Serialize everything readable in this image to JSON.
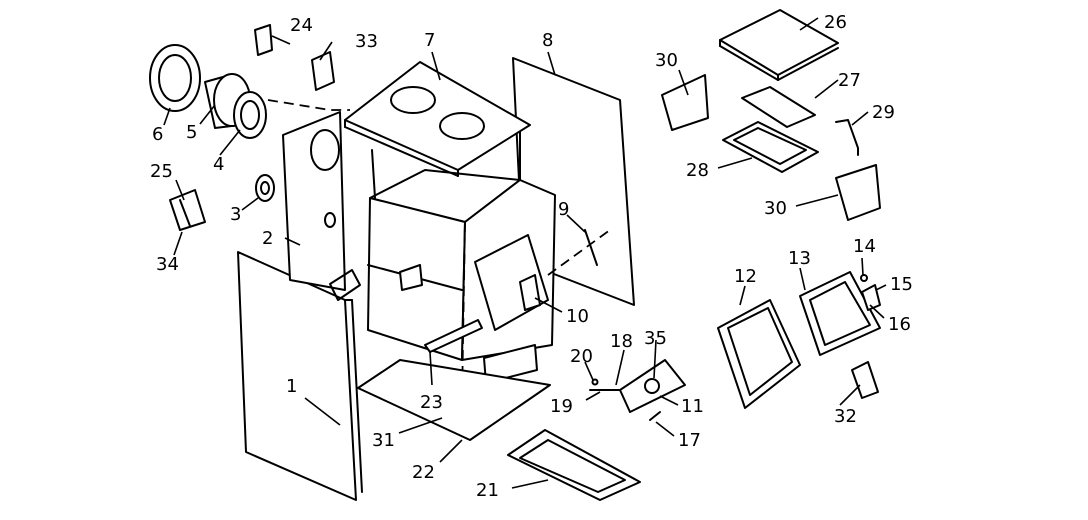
{
  "diagram": {
    "labels": [
      "1",
      "2",
      "3",
      "4",
      "5",
      "6",
      "7",
      "8",
      "9",
      "10",
      "11",
      "12",
      "13",
      "14",
      "15",
      "16",
      "17",
      "18",
      "19",
      "20",
      "21",
      "22",
      "23",
      "24",
      "25",
      "26",
      "27",
      "28",
      "29",
      "30",
      "30",
      "31",
      "32",
      "33",
      "34",
      "35"
    ]
  }
}
